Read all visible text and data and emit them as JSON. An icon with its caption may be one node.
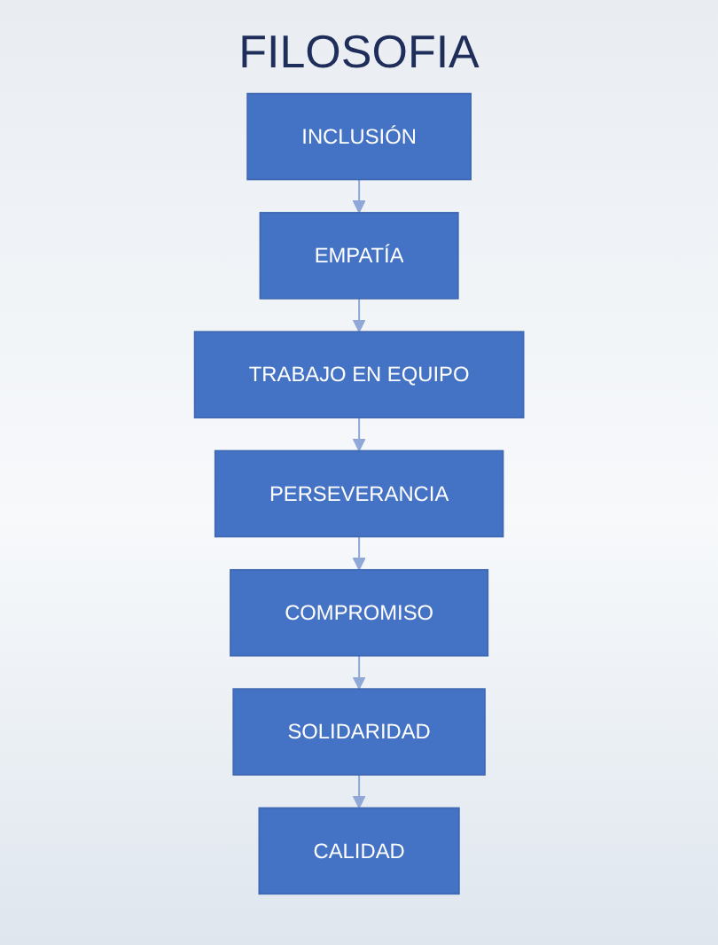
{
  "diagram": {
    "title": "FILOSOFIA",
    "nodes": [
      {
        "text": [
          "INCLUSIÓN"
        ]
      },
      {
        "text": [
          "EMPATÍA"
        ]
      },
      {
        "text": [
          "TRABAJO EN EQUIPO"
        ]
      },
      {
        "text": [
          "PERSEVERANCIA"
        ]
      },
      {
        "text": [
          "COMPROMISO"
        ]
      },
      {
        "text": [
          "SOLIDARIDAD"
        ]
      },
      {
        "text": [
          "CALIDAD"
        ]
      }
    ],
    "edges": [
      {
        "from": 0,
        "to": 1,
        "arrow": "to"
      },
      {
        "from": 1,
        "to": 2,
        "arrow": "to"
      },
      {
        "from": 2,
        "to": 3,
        "arrow": "to"
      },
      {
        "from": 3,
        "to": 4,
        "arrow": "to"
      },
      {
        "from": 4,
        "to": 5,
        "arrow": "to"
      },
      {
        "from": 5,
        "to": 6,
        "arrow": "to"
      }
    ]
  }
}
